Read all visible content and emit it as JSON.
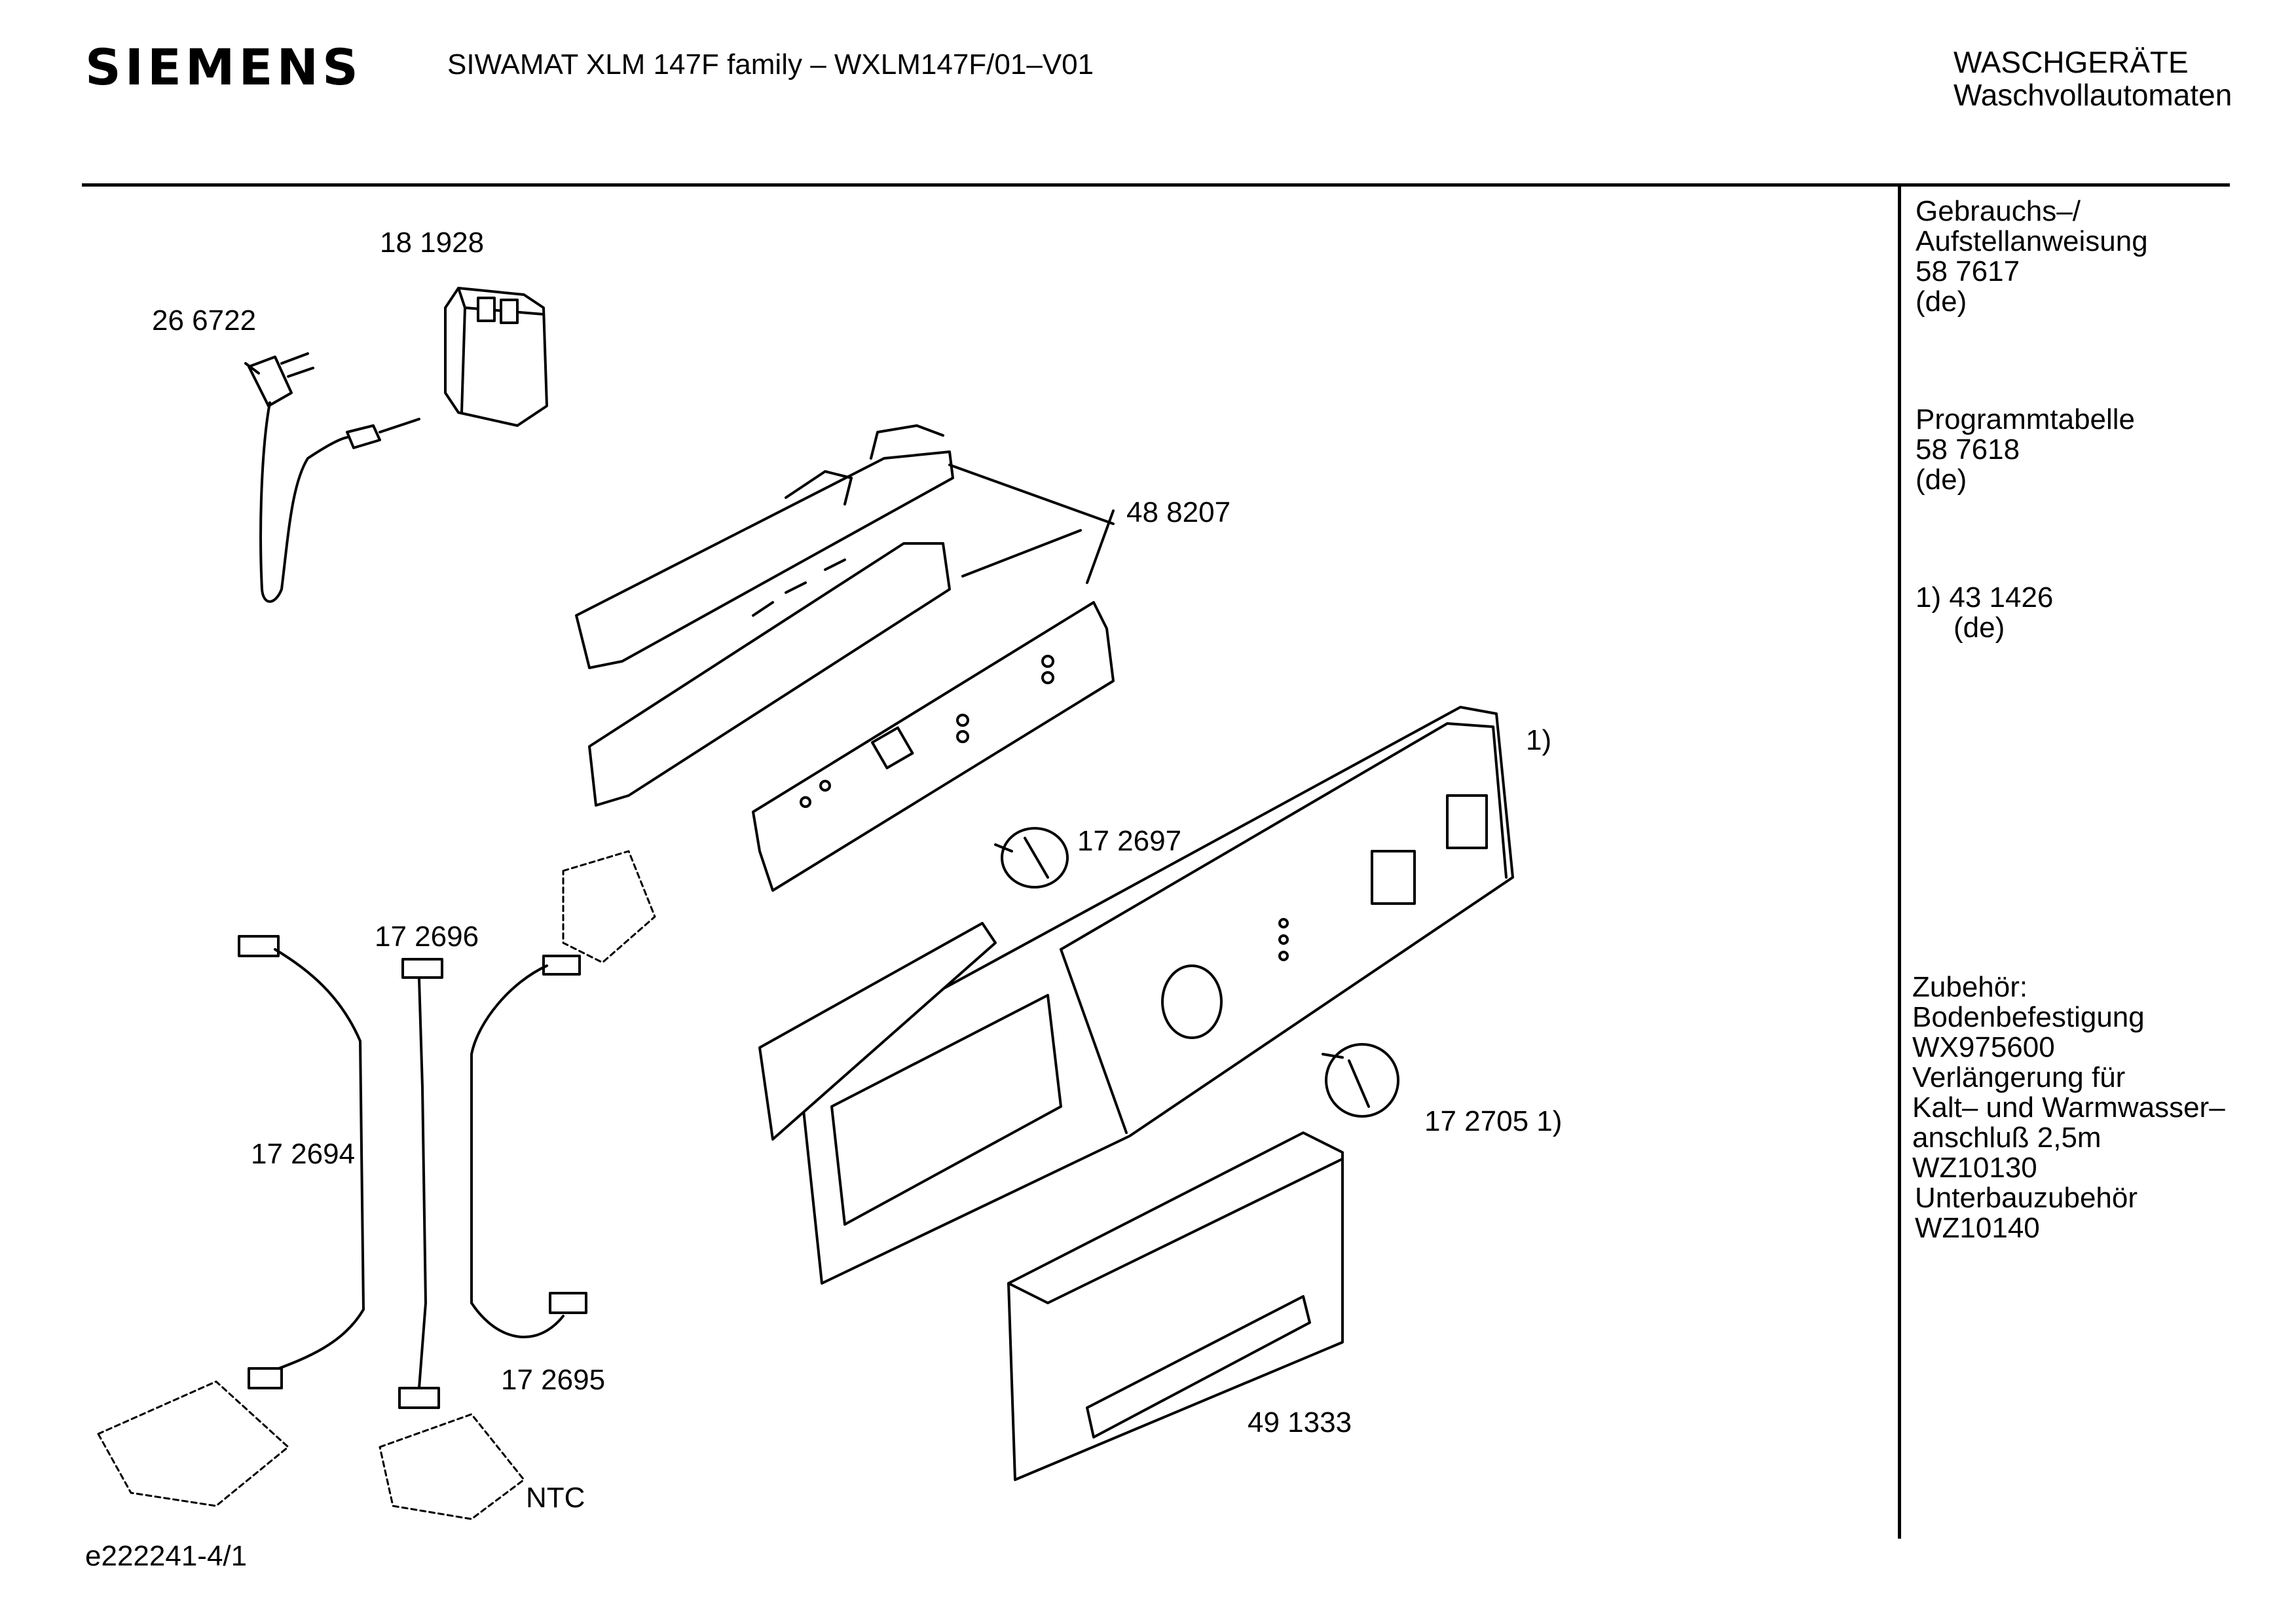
{
  "header": {
    "brand": "SIEMENS",
    "model_line": "SIWAMAT XLM 147F family – WXLM147F/01–V01",
    "category_1": "WASCHGERÄTE",
    "category_2": "Waschvollautomaten"
  },
  "sidebar": {
    "manual_1": "Gebrauchs–/",
    "manual_2": "Aufstellanweisung",
    "manual_no": "58 7617",
    "manual_lang": "(de)",
    "program_1": "Programmtabelle",
    "program_no": "58 7618",
    "program_lang": "(de)",
    "note_ref": "1)  43 1426",
    "note_lang": "(de)",
    "acc_title": "Zubehör:",
    "acc_1": "Bodenbefestigung",
    "acc_1_no": "WX975600",
    "acc_2a": "Verlängerung für",
    "acc_2b": "Kalt– und Warmwasser–",
    "acc_2c": "anschluß 2,5m",
    "acc_2_no": "WZ10130",
    "acc_3": "Unterbauzubehör",
    "acc_3_no": "WZ10140"
  },
  "parts": {
    "p_181928": "18 1928",
    "p_266722": "26 6722",
    "p_488207": "48 8207",
    "p_172697": "17 2697",
    "p_172696": "17 2696",
    "p_172694": "17 2694",
    "p_172695": "17 2695",
    "p_172705": "17 2705 1)",
    "p_491333": "49 1333",
    "p_footnote": "1)",
    "p_ntc": "NTC"
  },
  "footer": {
    "doc_id": "e222241-4/1"
  }
}
